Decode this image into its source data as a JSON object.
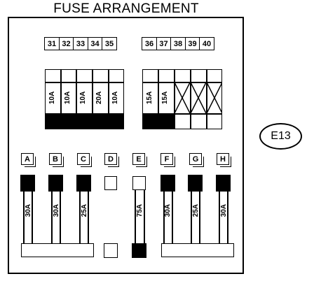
{
  "title": "FUSE ARRANGEMENT",
  "tag_label": "E13",
  "left_block": {
    "numbers": [
      "31",
      "32",
      "33",
      "34",
      "35"
    ],
    "ratings": [
      "10A",
      "10A",
      "10A",
      "20A",
      "10A"
    ]
  },
  "right_block": {
    "numbers": [
      "36",
      "37",
      "38",
      "39",
      "40"
    ],
    "ratings": [
      "15A",
      "15A",
      "",
      "",
      ""
    ]
  },
  "fusible_links": [
    {
      "letter": "A",
      "rating": "30A",
      "state": "filled"
    },
    {
      "letter": "B",
      "rating": "30A",
      "state": "filled"
    },
    {
      "letter": "C",
      "rating": "25A",
      "state": "filled"
    },
    {
      "letter": "D",
      "rating": "",
      "state": "empty"
    },
    {
      "letter": "E",
      "rating": "75A",
      "state": "empty"
    },
    {
      "letter": "F",
      "rating": "30A",
      "state": "filled"
    },
    {
      "letter": "G",
      "rating": "25A",
      "state": "filled"
    },
    {
      "letter": "H",
      "rating": "30A",
      "state": "filled"
    }
  ]
}
